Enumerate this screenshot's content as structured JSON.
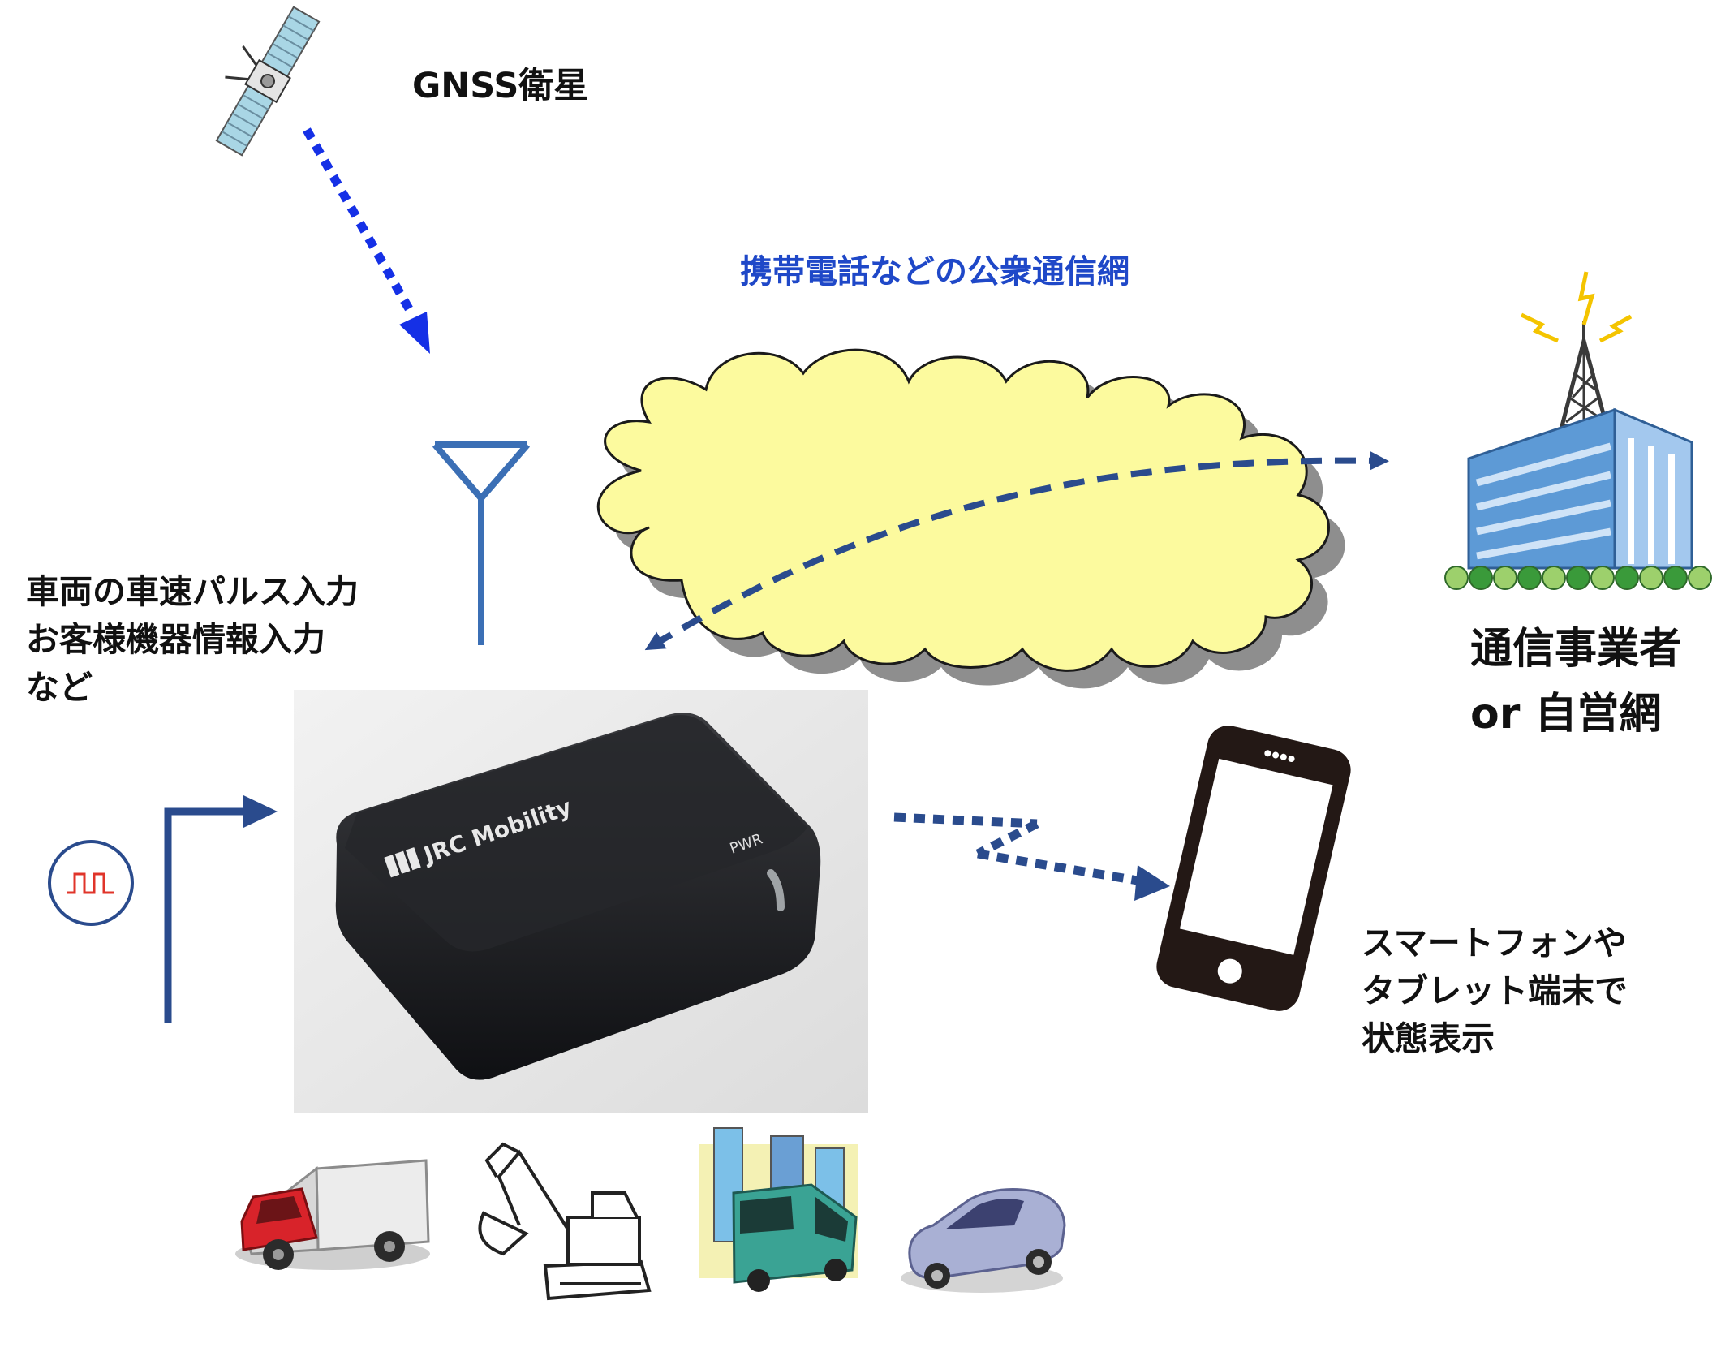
{
  "labels": {
    "gnss": "GNSS衛星",
    "network": "携帯電話などの公衆通信網",
    "vehicle_input": [
      "車両の車速パルス入力",
      "お客様機器情報入力",
      "など"
    ],
    "carrier": [
      "通信事業者",
      "or 自営網"
    ],
    "smartphone": [
      "スマートフォンや",
      "タブレット端末で",
      "状態表示"
    ]
  },
  "device": {
    "brand": "JRC Mobility",
    "indicator": "PWR"
  },
  "colors": {
    "arrow_dark_blue": "#2a4b8d",
    "gnss_arrow_blue": "#1530e6",
    "network_label_blue": "#1f48c8",
    "cloud_fill": "#fcfa9e",
    "building_blue": "#5d9ad6",
    "antenna_blue": "#3b6fb5",
    "pulse_red": "#e0342a",
    "bolt_yellow": "#f4c400"
  },
  "icons": [
    "satellite-icon",
    "antenna-icon",
    "cloud-icon",
    "radio-tower-icon",
    "building-icon",
    "smartphone-icon",
    "pulse-signal-icon",
    "truck-icon",
    "excavator-icon",
    "bus-icon",
    "car-icon"
  ]
}
